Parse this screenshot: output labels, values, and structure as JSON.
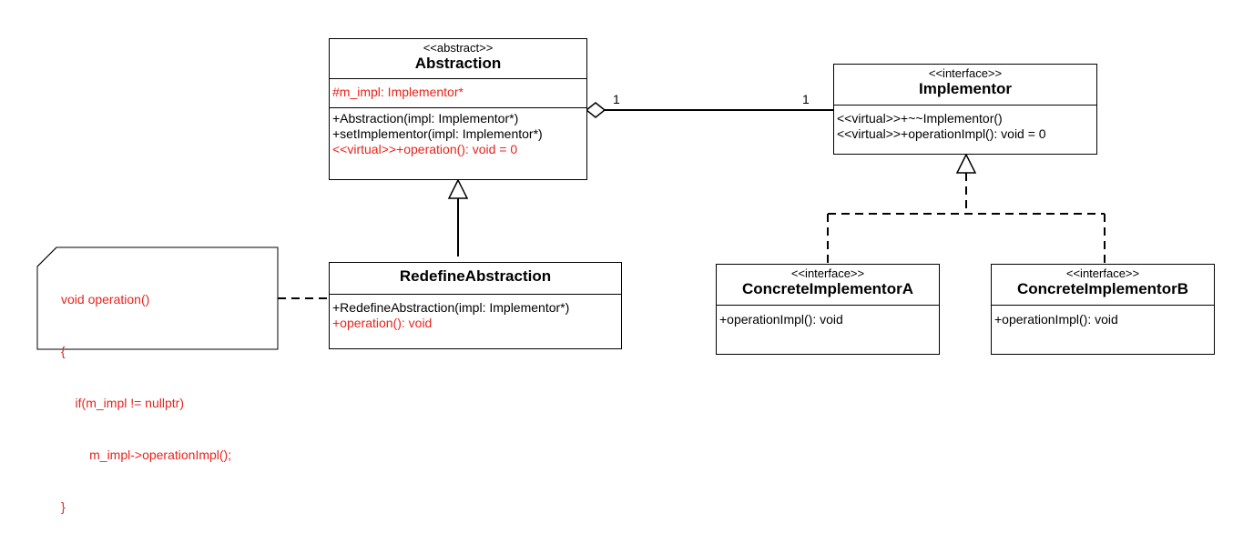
{
  "classes": {
    "abstraction": {
      "stereotype": "<<abstract>>",
      "name": "Abstraction",
      "attribute": "#m_impl: Implementor*",
      "methods": [
        "+Abstraction(impl: Implementor*)",
        "+setImplementor(impl: Implementor*)",
        "<<virtual>>+operation(): void = 0"
      ]
    },
    "implementor": {
      "stereotype": "<<interface>>",
      "name": "Implementor",
      "methods": [
        "<<virtual>>+~~Implementor()",
        "<<virtual>>+operationImpl(): void = 0"
      ]
    },
    "redefine_abstraction": {
      "name": "RedefineAbstraction",
      "methods": [
        "+RedefineAbstraction(impl: Implementor*)",
        "+operation(): void"
      ]
    },
    "concrete_a": {
      "stereotype": "<<interface>>",
      "name": "ConcreteImplementorA",
      "methods": [
        "+operationImpl(): void"
      ]
    },
    "concrete_b": {
      "stereotype": "<<interface>>",
      "name": "ConcreteImplementorB",
      "methods": [
        "+operationImpl(): void"
      ]
    }
  },
  "association": {
    "multiplicity_left": "1",
    "multiplicity_right": "1"
  },
  "note": {
    "lines": [
      "void operation()",
      "{",
      "    if(m_impl != nullptr)",
      "        m_impl->operationImpl();",
      "}"
    ]
  },
  "colors": {
    "highlight": "#e8231b",
    "line": "#000000"
  }
}
